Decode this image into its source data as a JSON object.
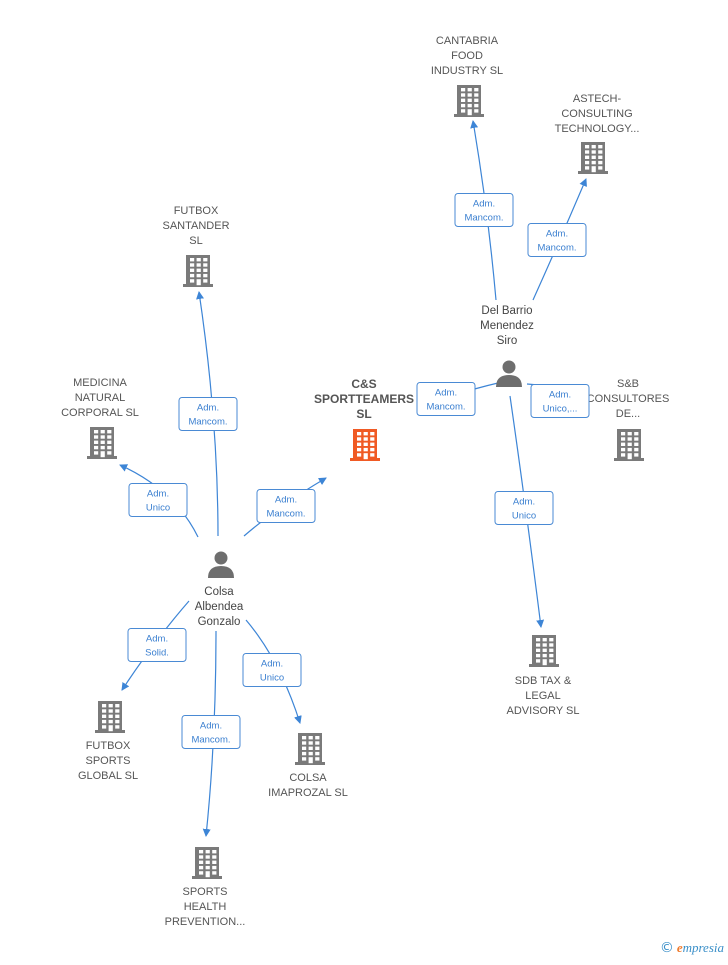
{
  "colors": {
    "company": "#7a7a7a",
    "focus": "#f05a24",
    "person": "#6e6e6e",
    "edge": "#3d85d6"
  },
  "nodes": [
    {
      "id": "cantabria",
      "kind": "company",
      "lines": [
        "CANTABRIA",
        "FOOD",
        "INDUSTRY  SL"
      ]
    },
    {
      "id": "astech",
      "kind": "company",
      "lines": [
        "ASTECH-",
        "CONSULTING",
        "TECHNOLOGY..."
      ]
    },
    {
      "id": "futbox_santander",
      "kind": "company",
      "lines": [
        "FUTBOX",
        "SANTANDER",
        "SL"
      ]
    },
    {
      "id": "medicina",
      "kind": "company",
      "lines": [
        "MEDICINA",
        "NATURAL",
        "CORPORAL SL"
      ]
    },
    {
      "id": "cs",
      "kind": "focus",
      "lines": [
        "C&S",
        "SPORTTEAMERS",
        "SL"
      ]
    },
    {
      "id": "delbarrio",
      "kind": "person",
      "lines": [
        "Del Barrio",
        "Menendez",
        "Siro"
      ]
    },
    {
      "id": "sb",
      "kind": "company",
      "lines": [
        "S&B",
        "CONSULTORES",
        "DE..."
      ]
    },
    {
      "id": "colsa_person",
      "kind": "person",
      "lines": [
        "Colsa",
        "Albendea",
        "Gonzalo"
      ]
    },
    {
      "id": "sdb",
      "kind": "company",
      "lines": [
        "SDB TAX &",
        "LEGAL",
        "ADVISORY  SL"
      ]
    },
    {
      "id": "futbox_sports",
      "kind": "company",
      "lines": [
        "FUTBOX",
        "SPORTS",
        "GLOBAL  SL"
      ]
    },
    {
      "id": "colsa_imaprozal",
      "kind": "company",
      "lines": [
        "COLSA",
        "IMAPROZAL  SL"
      ]
    },
    {
      "id": "sports_health",
      "kind": "company",
      "lines": [
        "SPORTS",
        "HEALTH",
        "PREVENTION..."
      ]
    }
  ],
  "edges": [
    {
      "id": "e1",
      "label": [
        "Adm.",
        "Mancom."
      ]
    },
    {
      "id": "e2",
      "label": [
        "Adm.",
        "Mancom."
      ]
    },
    {
      "id": "e3",
      "label": [
        "Adm.",
        "Mancom."
      ]
    },
    {
      "id": "e4",
      "label": [
        "Adm.",
        "Unico,..."
      ]
    },
    {
      "id": "e5",
      "label": [
        "Adm.",
        "Unico"
      ]
    },
    {
      "id": "e6",
      "label": [
        "Adm.",
        "Mancom."
      ]
    },
    {
      "id": "e7",
      "label": [
        "Adm.",
        "Unico"
      ]
    },
    {
      "id": "e8",
      "label": [
        "Adm.",
        "Mancom."
      ]
    },
    {
      "id": "e9",
      "label": [
        "Adm.",
        "Solid."
      ]
    },
    {
      "id": "e10",
      "label": [
        "Adm.",
        "Mancom."
      ]
    },
    {
      "id": "e11",
      "label": [
        "Adm.",
        "Unico"
      ]
    }
  ],
  "brand": {
    "copyright": "©",
    "initial": "e",
    "rest": "mpresia"
  }
}
